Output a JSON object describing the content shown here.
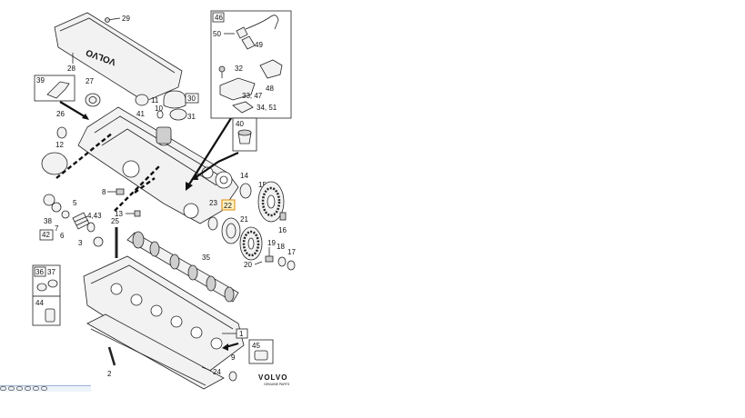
{
  "labels": {
    "n29": "29",
    "n28": "28",
    "n39": "39",
    "n27": "27",
    "n26": "26",
    "n12": "12",
    "n11": "11",
    "n41": "41",
    "n10": "10",
    "n30": "30",
    "n31": "31",
    "n46": "46",
    "n50": "50",
    "n49": "49",
    "n32": "32",
    "n48": "48",
    "n33_47": "33, 47",
    "n34_51": "34, 51",
    "n40": "40",
    "n8": "8",
    "n13": "13",
    "n14": "14",
    "n15": "15",
    "n23": "23",
    "n22": "22",
    "n21": "21",
    "n16": "16",
    "n19": "19",
    "n18": "18",
    "n17": "17",
    "n20": "20",
    "n38": "38",
    "n7": "7",
    "n5": "5",
    "n6": "6",
    "n4_43": "4,43",
    "n42": "42",
    "n25": "25",
    "n3": "3",
    "n35": "35",
    "n36": "36",
    "n37": "37",
    "n44": "44",
    "n1": "1",
    "n45": "45",
    "n9": "9",
    "n24": "24",
    "n2": "2"
  },
  "cover_text": "VOLVO",
  "brand": {
    "name": "VOLVO",
    "tagline": "GENUINE PARTS"
  },
  "colors": {
    "highlight_fill": "#fff3c4",
    "highlight_border": "#e08a00"
  }
}
